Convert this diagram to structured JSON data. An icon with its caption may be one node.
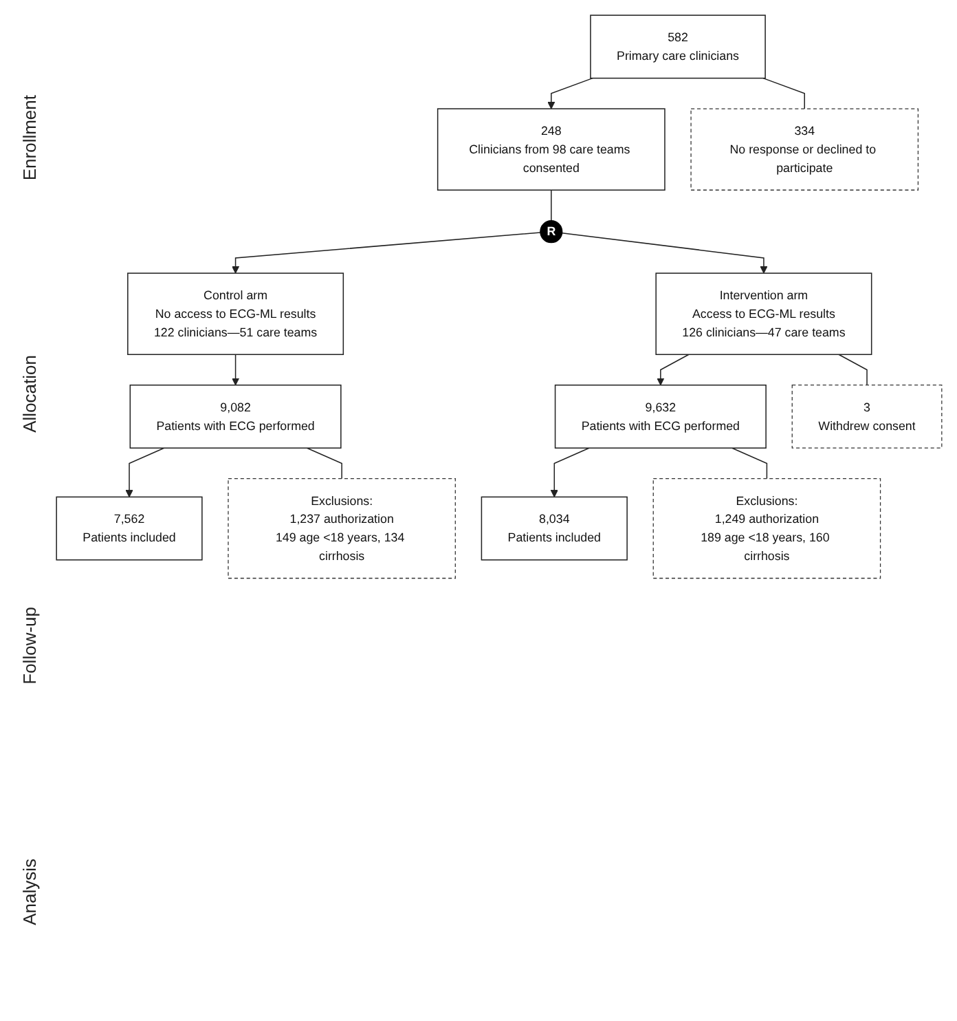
{
  "diagram": {
    "nodes": [
      {
        "text": [
          "582",
          "Primary care clinicians"
        ]
      },
      {
        "text": [
          "334",
          "No response or declined to participate"
        ]
      },
      {
        "text": [
          "248",
          "Clinicians from 98 care teams consented"
        ]
      },
      {
        "text": [
          "R"
        ]
      },
      {
        "text": [
          "Control arm",
          "No access to ECG-ML results",
          "122 clinicians—51 care teams"
        ]
      },
      {
        "text": [
          "Intervention arm",
          "Access to ECG-ML results",
          "126 clinicians—47 care teams"
        ]
      },
      {
        "text": [
          "3",
          "Withdrew consent"
        ]
      },
      {
        "text": [
          "9,082",
          "Patients with ECG performed"
        ]
      },
      {
        "text": [
          "9,632",
          "Patients with ECG performed"
        ]
      },
      {
        "text": [
          "Exclusions:",
          "1,237 authorization",
          "149 age <18 years, 134 cirrhosis"
        ]
      },
      {
        "text": [
          "Exclusions:",
          "1,249 authorization",
          "189 age <18 years, 160 cirrhosis"
        ]
      },
      {
        "text": [
          "7,562",
          "Patients included"
        ]
      },
      {
        "text": [
          "8,034",
          "Patients included"
        ]
      }
    ],
    "edges": [
      {
        "from": 0,
        "to": 2,
        "arrow": "to"
      },
      {
        "from": 0,
        "to": 1,
        "arrow": "none"
      },
      {
        "from": 2,
        "to": 3,
        "arrow": "none"
      },
      {
        "from": 3,
        "to": 4,
        "arrow": "to"
      },
      {
        "from": 3,
        "to": 5,
        "arrow": "to"
      },
      {
        "from": 4,
        "to": 7,
        "arrow": "to"
      },
      {
        "from": 5,
        "to": 8,
        "arrow": "to"
      },
      {
        "from": 5,
        "to": 6,
        "arrow": "none"
      },
      {
        "from": 7,
        "to": 11,
        "arrow": "to"
      },
      {
        "from": 7,
        "to": 9,
        "arrow": "none"
      },
      {
        "from": 8,
        "to": 12,
        "arrow": "to"
      },
      {
        "from": 8,
        "to": 10,
        "arrow": "none"
      }
    ],
    "labels": [
      "Enrollment",
      "Allocation",
      "Follow-up",
      "Analysis"
    ]
  }
}
